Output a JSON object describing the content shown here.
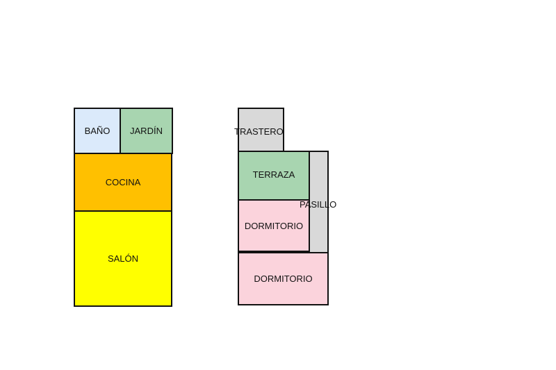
{
  "plan_left": {
    "bano": {
      "label": "BAÑO",
      "color": "#dbeafb"
    },
    "jardin": {
      "label": "JARDÍN",
      "color": "#a8d5b0"
    },
    "cocina": {
      "label": "COCINA",
      "color": "#ffc000"
    },
    "salon": {
      "label": "SALÓN",
      "color": "#ffff00"
    }
  },
  "plan_right": {
    "trastero": {
      "label": "TRASTERO",
      "color": "#d9d9d9"
    },
    "terraza": {
      "label": "TERRAZA",
      "color": "#a8d5b0"
    },
    "pasillo": {
      "label": "PASILLO",
      "color": "#d9d9d9"
    },
    "dormitorio1": {
      "label": "DORMITORIO",
      "color": "#fbd3dc"
    },
    "dormitorio2": {
      "label": "DORMITORIO",
      "color": "#fbd3dc"
    }
  }
}
